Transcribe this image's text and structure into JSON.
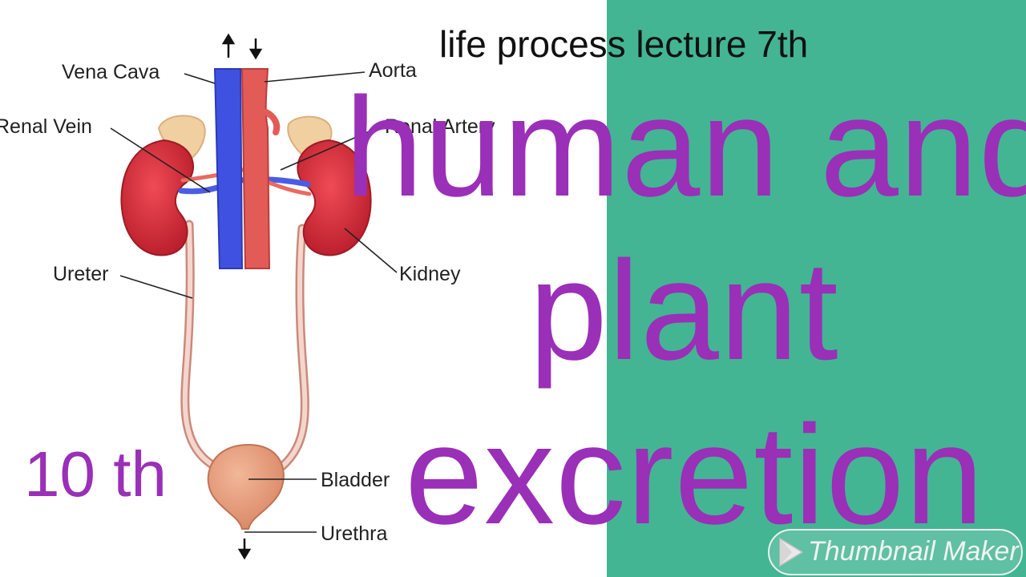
{
  "header": {
    "lecture_title": "life process lecture 7th"
  },
  "title": {
    "line1": "human and",
    "line2": "plant",
    "line3": "excretion"
  },
  "grade": "10 th",
  "diagram": {
    "labels": {
      "vena_cava": "Vena Cava",
      "aorta": "Aorta",
      "renal_vein": "Renal Vein",
      "renal_artery": "Renal Artery",
      "ureter": "Ureter",
      "kidney": "Kidney",
      "bladder": "Bladder",
      "urethra": "Urethra"
    }
  },
  "watermark": {
    "label": "Thumbnail Maker",
    "icon": "play-store-icon"
  },
  "colors": {
    "panel": "#43b593",
    "title": "#9a2fb8",
    "kidney": "#d8343f",
    "vein": "#3f51e0",
    "artery": "#e35b57",
    "bladder": "#e29c7c"
  }
}
